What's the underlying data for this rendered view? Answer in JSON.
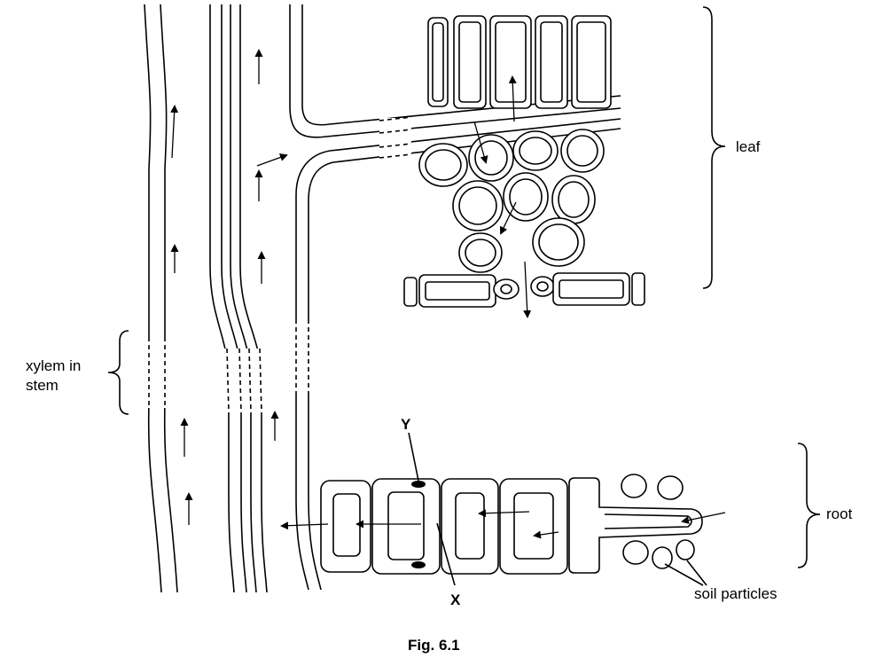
{
  "labels": {
    "leaf": "leaf",
    "xylem": [
      "xylem in",
      "stem"
    ],
    "root": "root",
    "soil": "soil particles",
    "y": "Y",
    "x": "X"
  },
  "caption": "Fig. 6.1"
}
